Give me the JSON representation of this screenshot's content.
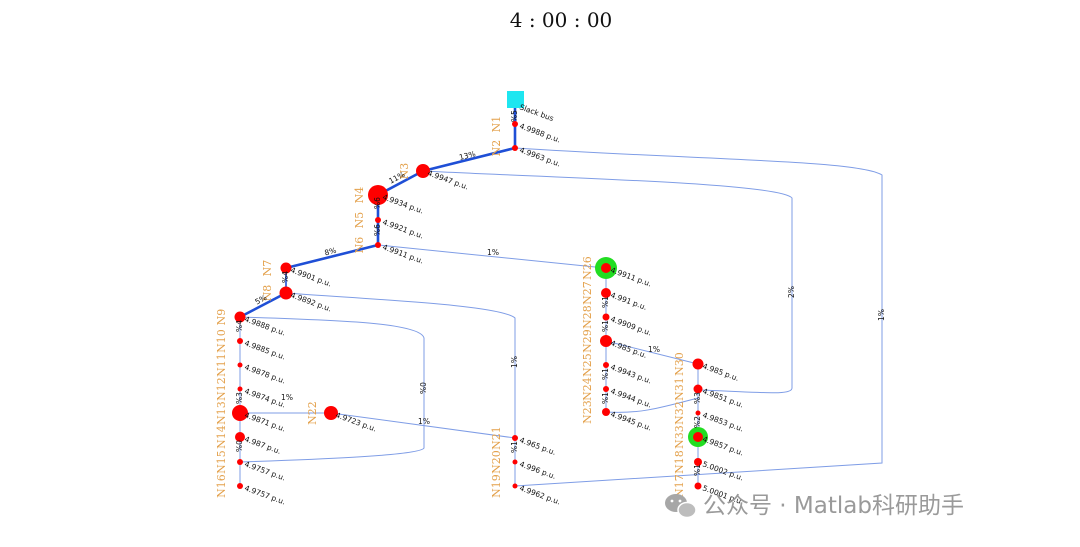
{
  "time_display": "4 : 00 : 00",
  "colors": {
    "main_line": "#1f4fd6",
    "tie_line": "#7f9de6",
    "bus_node": "#ff0000",
    "pv_halo": "#22dd22",
    "slack": "#1ee6f0",
    "label": "#e3a04a"
  },
  "slack_label": "Slack bus",
  "nodes": [
    {
      "id": "N1",
      "voltage": "4.9988 p.u."
    },
    {
      "id": "N2",
      "voltage": "4.9963 p.u."
    },
    {
      "id": "N3",
      "voltage": "4.9947 p.u."
    },
    {
      "id": "N4",
      "voltage": "4.9934 p.u."
    },
    {
      "id": "N5",
      "voltage": "4.9921 p.u."
    },
    {
      "id": "N6",
      "voltage": "4.9911 p.u."
    },
    {
      "id": "N7",
      "voltage": "4.9901 p.u."
    },
    {
      "id": "N8",
      "voltage": "4.9892 p.u."
    },
    {
      "id": "N9",
      "voltage": "4.9888 p.u."
    },
    {
      "id": "N10",
      "voltage": "4.9885 p.u."
    },
    {
      "id": "N11",
      "voltage": "4.9878 p.u."
    },
    {
      "id": "N12",
      "voltage": "4.9874 p.u."
    },
    {
      "id": "N13",
      "voltage": "4.9871 p.u."
    },
    {
      "id": "N14",
      "voltage": "4.987 p.u."
    },
    {
      "id": "N15",
      "voltage": "4.9757 p.u."
    },
    {
      "id": "N16",
      "voltage": "4.9757 p.u."
    },
    {
      "id": "N17",
      "voltage": "5.0001 p.u."
    },
    {
      "id": "N18",
      "voltage": "5.0002 p.u."
    },
    {
      "id": "N19",
      "voltage": "4.9962 p.u."
    },
    {
      "id": "N20",
      "voltage": "4.996 p.u."
    },
    {
      "id": "N21",
      "voltage": "4.965 p.u."
    },
    {
      "id": "N22",
      "voltage": "4.9723 p.u."
    },
    {
      "id": "N23",
      "voltage": "4.9945 p.u."
    },
    {
      "id": "N24",
      "voltage": "4.9944 p.u."
    },
    {
      "id": "N25",
      "voltage": "4.9943 p.u."
    },
    {
      "id": "N26",
      "voltage": "4.9911 p.u."
    },
    {
      "id": "N27",
      "voltage": "4.991 p.u."
    },
    {
      "id": "N28",
      "voltage": "4.9909 p.u."
    },
    {
      "id": "N29",
      "voltage": "4.985 p.u."
    },
    {
      "id": "N30",
      "voltage": "4.985 p.u."
    },
    {
      "id": "N31",
      "voltage": "4.9851 p.u."
    },
    {
      "id": "N32",
      "voltage": "4.9853 p.u."
    },
    {
      "id": "N33",
      "voltage": "4.9857 p.u."
    }
  ],
  "line_loadings": [
    {
      "id": "L-N1-N2",
      "text": "%5"
    },
    {
      "id": "L-N2-N3",
      "text": "13%"
    },
    {
      "id": "L-N3-N4",
      "text": "11%"
    },
    {
      "id": "L-N4-N5",
      "text": "%6"
    },
    {
      "id": "L-N5-N6",
      "text": "%6"
    },
    {
      "id": "L-N6-N7",
      "text": "8%"
    },
    {
      "id": "L-N7-N8",
      "text": "%4"
    },
    {
      "id": "L-N8-N9",
      "text": "5%"
    },
    {
      "id": "L-N9-N10",
      "text": "%4"
    },
    {
      "id": "L-N12-N13",
      "text": "%3"
    },
    {
      "id": "L-N14-N15",
      "text": "%0"
    },
    {
      "id": "L-N13-N22",
      "text": "1%"
    },
    {
      "id": "L-N22-N21",
      "text": "1%"
    },
    {
      "id": "L-N8-N21",
      "text": "1%"
    },
    {
      "id": "L-N20-N21",
      "text": "%1"
    },
    {
      "id": "L-N9-N15",
      "text": "%0"
    },
    {
      "id": "L-N6-N26",
      "text": "1%"
    },
    {
      "id": "L-N27-N28",
      "text": "%1"
    },
    {
      "id": "L-N28-N29",
      "text": "%1"
    },
    {
      "id": "L-N29-N30",
      "text": "1%"
    },
    {
      "id": "L-N24-N25",
      "text": "%1"
    },
    {
      "id": "L-N23-N24",
      "text": "%1"
    },
    {
      "id": "L-N3-N31",
      "text": "2%"
    },
    {
      "id": "L-N2-N18",
      "text": "1%"
    },
    {
      "id": "L-N31-N32",
      "text": "%3"
    },
    {
      "id": "L-N32-N33",
      "text": "%2"
    },
    {
      "id": "L-N18-N17",
      "text": "%1"
    }
  ],
  "watermark": {
    "icon": "wechat-icon",
    "text": "公众号 · Matlab科研助手"
  }
}
